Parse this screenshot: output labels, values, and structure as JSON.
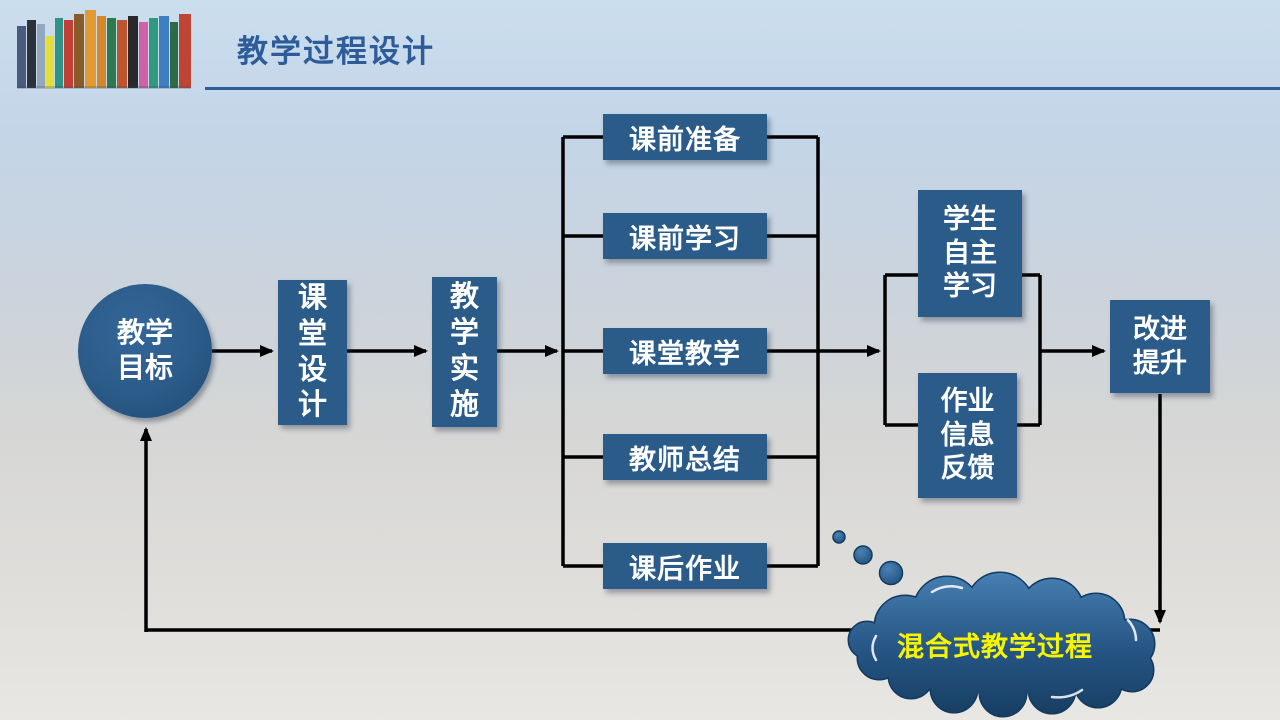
{
  "slide": {
    "title": "教学过程设计",
    "colors": {
      "title_accent": "#2e5c99",
      "node_fill": "#2b5b88",
      "node_text": "#ffffff",
      "connector": "#000000",
      "cloud_fill_top": "#4a82b6",
      "cloud_fill_bottom": "#173e63",
      "cloud_text": "#f7f400",
      "background_top": "#cbdeee",
      "background_bottom": "#e9e7e3"
    },
    "header_icon": "books-stack-image"
  },
  "diagram": {
    "start": {
      "label": "教学目标"
    },
    "step_design": {
      "label": "课堂设计"
    },
    "step_implement": {
      "label": "教学实施"
    },
    "stages": [
      {
        "label": "课前准备"
      },
      {
        "label": "课前学习"
      },
      {
        "label": "课堂教学"
      },
      {
        "label": "教师总结"
      },
      {
        "label": "课后作业"
      }
    ],
    "outcomes": [
      {
        "label": "学生自主学习"
      },
      {
        "label": "作业信息反馈"
      }
    ],
    "end": {
      "label": "改进提升"
    },
    "cloud": {
      "label": "混合式教学过程"
    }
  }
}
